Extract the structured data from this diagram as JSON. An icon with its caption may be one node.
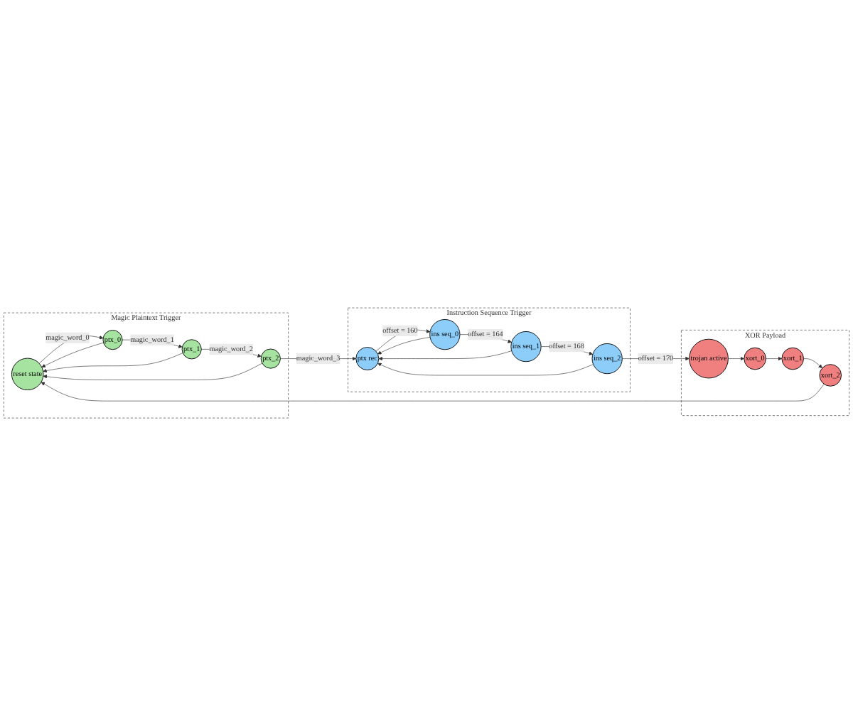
{
  "diagram": {
    "nodes": [
      {
        "text": [
          "Magic Plaintext Trigger"
        ]
      },
      {
        "text": [
          "reset state"
        ],
        "in": 0
      },
      {
        "text": [
          "ptx_0"
        ],
        "in": 0
      },
      {
        "text": [
          "ptx_1"
        ],
        "in": 0
      },
      {
        "text": [
          "ptx_2"
        ],
        "in": 0
      },
      {
        "text": [
          "Instruction Sequence Trigger"
        ]
      },
      {
        "text": [
          "ins seq_2"
        ],
        "in": 5
      },
      {
        "text": [
          "ins seq_1"
        ],
        "in": 5
      },
      {
        "text": [
          "ins seq_0"
        ],
        "in": 5
      },
      {
        "text": [
          "ptx rec"
        ],
        "in": 5
      },
      {
        "text": [
          "XOR Payload"
        ]
      },
      {
        "text": [
          "trojan active"
        ],
        "in": 10
      },
      {
        "text": [
          "xort_0"
        ],
        "in": 10
      },
      {
        "text": [
          "xort_1"
        ],
        "in": 10
      },
      {
        "text": [
          "xort_2"
        ],
        "in": 10
      }
    ],
    "edges": [
      {
        "from": 1,
        "to": 2,
        "arrow": "to",
        "label": "magic_word_0"
      },
      {
        "from": 2,
        "to": 3,
        "arrow": "to",
        "label": "magic_word_1"
      },
      {
        "from": 3,
        "to": 4,
        "arrow": "to",
        "label": "magic_word_2"
      },
      {
        "from": 2,
        "to": 1,
        "arrow": "to"
      },
      {
        "from": 3,
        "to": 1,
        "arrow": "to"
      },
      {
        "from": 4,
        "to": 1,
        "arrow": "to"
      },
      {
        "from": 4,
        "to": 9,
        "arrow": "to",
        "label": "magic_word_3"
      },
      {
        "from": 9,
        "to": 8,
        "arrow": "to",
        "label": "offset = 160"
      },
      {
        "from": 8,
        "to": 7,
        "arrow": "to",
        "label": "offset = 164"
      },
      {
        "from": 7,
        "to": 6,
        "arrow": "to",
        "label": "offset = 168"
      },
      {
        "from": 8,
        "to": 9,
        "arrow": "to"
      },
      {
        "from": 7,
        "to": 9,
        "arrow": "to"
      },
      {
        "from": 6,
        "to": 9,
        "arrow": "to"
      },
      {
        "from": 6,
        "to": 11,
        "arrow": "to",
        "label": "offset = 170"
      },
      {
        "from": 11,
        "to": 12,
        "arrow": "to"
      },
      {
        "from": 12,
        "to": 13,
        "arrow": "to"
      },
      {
        "from": 13,
        "to": 14,
        "arrow": "to"
      },
      {
        "from": 14,
        "to": 1,
        "arrow": "to"
      }
    ]
  }
}
